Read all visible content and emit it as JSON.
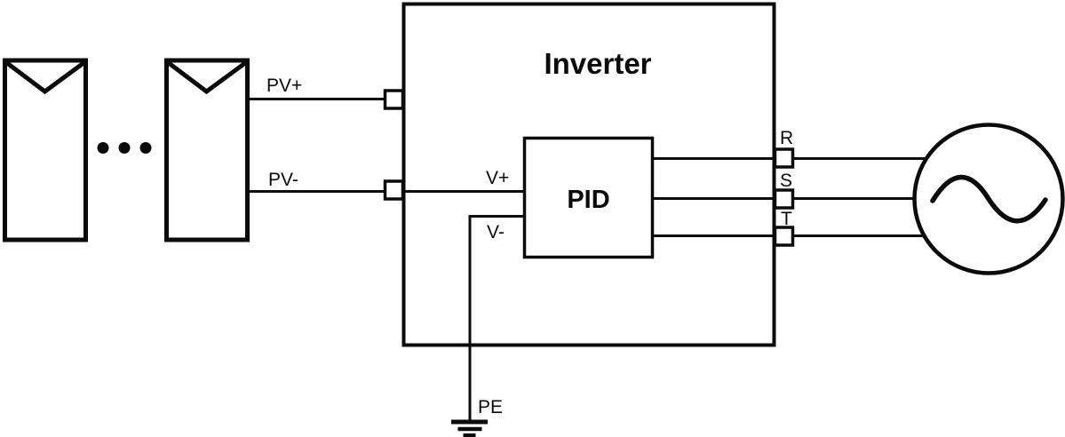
{
  "diagram": {
    "inverter": {
      "title": "Inverter"
    },
    "pid": {
      "label": "PID"
    },
    "dc_inputs": {
      "pv_plus": "PV+",
      "pv_minus": "PV-"
    },
    "pid_terminals": {
      "v_plus": "V+",
      "v_minus": "V-"
    },
    "ac_phases": {
      "r": "R",
      "s": "S",
      "t": "T"
    },
    "ground": {
      "pe": "PE"
    },
    "icons": {
      "solar_panel_icon": "rectangle-with-chevron",
      "ellipsis_icon": "three-dots-more-panels",
      "ac_source_icon": "circle-with-sine-wave",
      "earth_ground_icon": "three-bar-ground"
    },
    "colors": {
      "line": "#0b0b0b",
      "background": "#ffffff"
    }
  }
}
